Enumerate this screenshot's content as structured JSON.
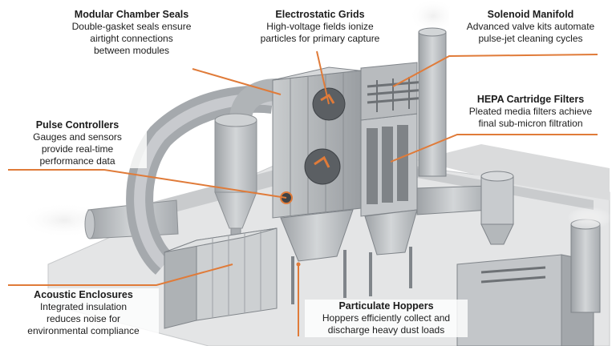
{
  "callouts": {
    "modular_chamber_seals": {
      "title": "Modular Chamber Seals",
      "desc": [
        "Double-gasket seals ensure",
        "airtight connections",
        "between modules"
      ]
    },
    "electrostatic_grids": {
      "title": "Electrostatic Grids",
      "desc": [
        "High-voltage fields ionize",
        "particles for primary capture"
      ]
    },
    "solenoid_manifold": {
      "title": "Solenoid Manifold",
      "desc": [
        "Advanced valve kits automate",
        "pulse-jet cleaning cycles"
      ]
    },
    "hepa_cartridge_filters": {
      "title": "HEPA Cartridge Filters",
      "desc": [
        "Pleated media filters achieve",
        "final sub-micron filtration"
      ]
    },
    "pulse_controllers": {
      "title": "Pulse Controllers",
      "desc": [
        "Gauges and sensors",
        "provide real-time",
        "performance data"
      ]
    },
    "acoustic_enclosures": {
      "title": "Acoustic Enclosures",
      "desc": [
        "Integrated insulation",
        "reduces noise for",
        "environmental compliance"
      ]
    },
    "particulate_hoppers": {
      "title": "Particulate Hoppers",
      "desc": [
        "Hoppers efficiently collect and",
        "discharge heavy dust loads"
      ]
    }
  },
  "colors": {
    "accent": "#e07b39",
    "equipment": "#b9bcbf",
    "background": "#ffffff"
  }
}
